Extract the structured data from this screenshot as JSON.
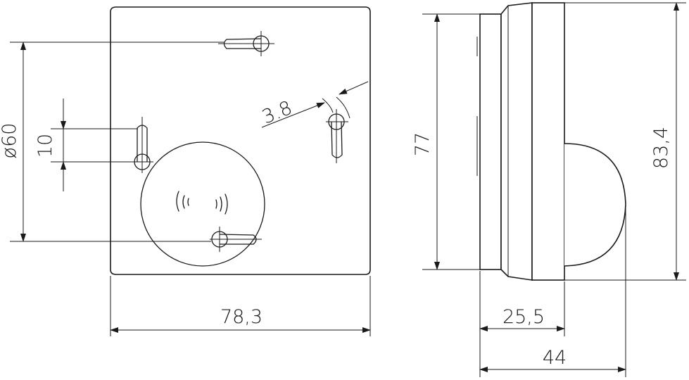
{
  "dimensions": {
    "width_front": "78,3",
    "mount_diameter": "ø60",
    "slot_length": "10",
    "slot_width": "3.8",
    "height_base": "77",
    "height_total": "83,4",
    "depth_base": "25,5",
    "depth_total": "44"
  }
}
